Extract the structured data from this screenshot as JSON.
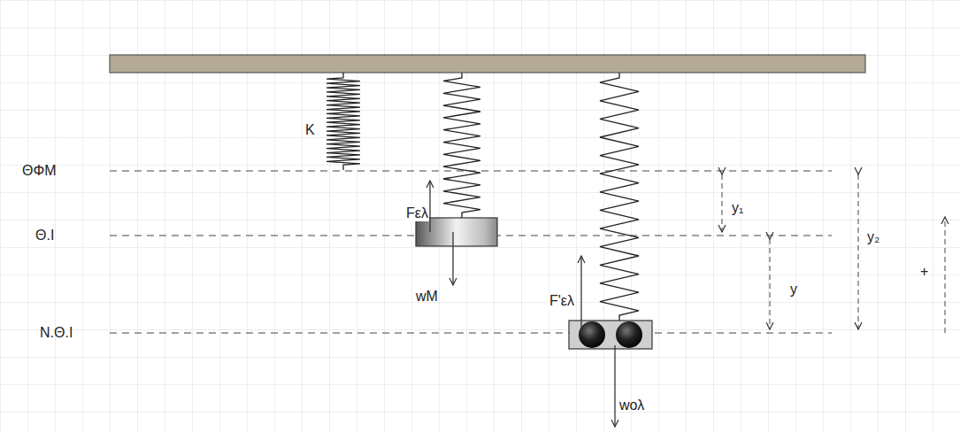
{
  "diagram": {
    "labels": [
      "K",
      "ΘΦΜ",
      "Θ.Ι",
      "Ν.Θ.Ι",
      "Fελ",
      "wM",
      "F'ελ",
      "wολ",
      "y₁",
      "y",
      "y₂",
      "+"
    ]
  }
}
